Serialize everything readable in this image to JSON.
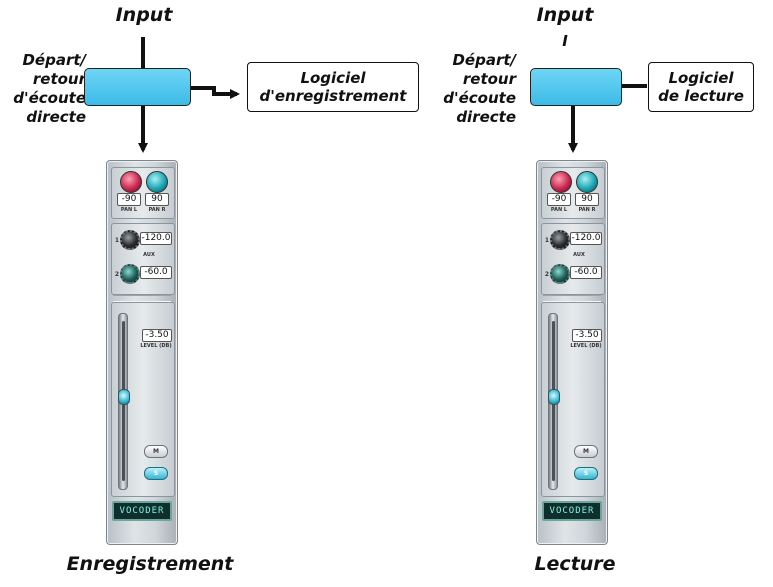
{
  "left": {
    "input_label": "Input",
    "input_marker": "",
    "side_label": "Départ/\nretour\nd'écoute\ndirecte",
    "software_box": "Logiciel\nd'enregistrement",
    "caption": "Enregistrement"
  },
  "right": {
    "input_label": "Input",
    "input_marker": "I",
    "side_label": "Départ/\nretour\nd'écoute\ndirecte",
    "software_box": "Logiciel\nde lecture",
    "caption": "Lecture"
  },
  "strip": {
    "pan_l_value": "-90",
    "pan_r_value": "90",
    "pan_l_label": "PAN L",
    "pan_r_label": "PAN R",
    "aux1_index": "1",
    "aux2_index": "2",
    "aux1_value": "-120.0",
    "aux2_value": "-60.0",
    "aux_label": "AUX",
    "level_value": "-3.50",
    "level_label": "LEVEL (DB)",
    "mute_label": "M",
    "solo_label": "S",
    "plugin_name": "VOCODER"
  },
  "colors": {
    "box_blue": "#4cc6ef",
    "solo_teal": "#37b4d0",
    "plugin_text": "#7ff3e0"
  }
}
